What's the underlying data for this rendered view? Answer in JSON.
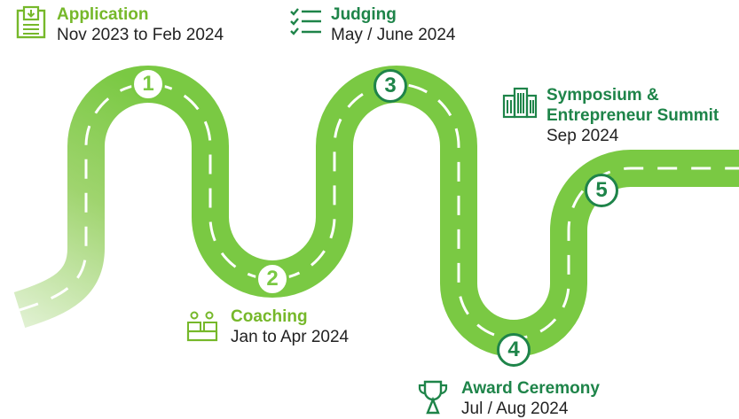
{
  "colors": {
    "road": "#7ac943",
    "road_fade": "#d6ecc3",
    "lime_text": "#76b82a",
    "dark_green": "#1e8449",
    "marker_lime_border": "#7ac943",
    "marker_dark_border": "#1e8449"
  },
  "stages": [
    {
      "number": "1",
      "title": "Application",
      "date": "Nov 2023 to Feb 2024",
      "icon": "application-form-icon"
    },
    {
      "number": "2",
      "title": "Coaching",
      "date": "Jan to Apr 2024",
      "icon": "coaching-icon"
    },
    {
      "number": "3",
      "title": "Judging",
      "date": "May / June 2024",
      "icon": "checklist-icon"
    },
    {
      "number": "4",
      "title": "Award Ceremony",
      "date": "Jul / Aug 2024",
      "icon": "trophy-icon"
    },
    {
      "number": "5",
      "title_line1": "Symposium &",
      "title_line2": "Entrepreneur Summit",
      "date": "Sep 2024",
      "icon": "building-icon"
    }
  ]
}
